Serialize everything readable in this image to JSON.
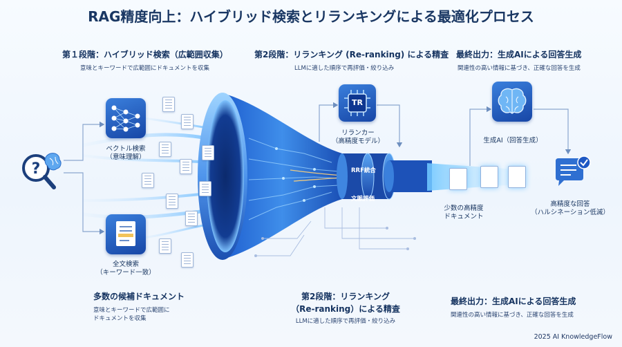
{
  "title": "RAG精度向上：ハイブリッド検索とリランキングによる最適化プロセス",
  "stage1": {
    "heading": "第１段階：ハイブリッド検索（広範囲収集）",
    "sub": "意味とキーワードで広範囲にドキュメントを収集"
  },
  "stage2": {
    "heading": "第2段階：リランキング (Re-ranking) による精査",
    "sub": "LLMに適した順序で再評価・絞り込み"
  },
  "stage3": {
    "heading": "最終出力：生成AIによる回答生成",
    "sub": "関連性の高い情報に基づき、正確な回答を生成"
  },
  "vector_search": {
    "line1": "ベクトル検索",
    "line2": "（意味理解）"
  },
  "fulltext_search": {
    "line1": "全文検索",
    "line2": "（キーワード一致）"
  },
  "reranker": {
    "line1": "リランカー",
    "line2": "（高精度モデル）",
    "chip": "TR"
  },
  "funnel": {
    "ring1": "RRF統合",
    "ring2": "文脈評価"
  },
  "few_docs": {
    "line1": "少数の高精度",
    "line2": "ドキュメント"
  },
  "gen_ai": {
    "label": "生成AI（回答生成）"
  },
  "answer": {
    "line1": "高精度な回答",
    "line2": "（ハルシネーション低減）"
  },
  "bottom_left": {
    "heading": "多数の候補ドキュメント",
    "sub1": "意味とキーワードで広範囲に",
    "sub2": "ドキュメントを収集"
  },
  "bottom_mid": {
    "heading1": "第2段階：リランキング",
    "heading2": "（Re-ranking）による精査",
    "sub": "LLMに適した順序で再評価・絞り込み"
  },
  "bottom_right": {
    "heading": "最終出力：生成AIによる回答生成",
    "sub": "関連性の高い情報に基づき、正確な回答を生成"
  },
  "footer": "2025 AI KnowledgeFlow",
  "colors": {
    "accent": "#1e63d6",
    "dark": "#14325f",
    "glow": "#8fd0ff"
  },
  "icons": [
    "question-brain-magnifier-icon",
    "neural-network-icon",
    "document-list-icon",
    "chip-icon",
    "brain-icon",
    "chat-check-icon",
    "document-icon"
  ]
}
